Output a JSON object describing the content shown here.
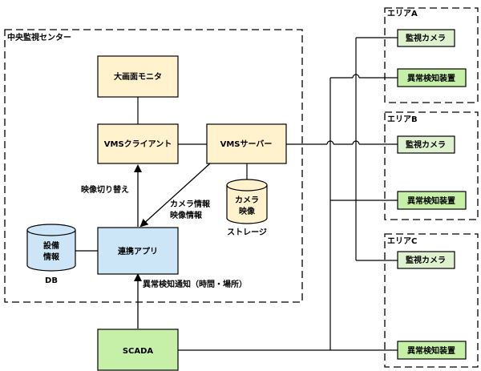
{
  "colors": {
    "monitor_fill": "#fff2cc",
    "vms_fill": "#fff2cc",
    "app_fill": "#cce6f7",
    "db_fill": "#cce6f7",
    "storage_fill": "#fff2cc",
    "scada_fill": "#c6f0a8",
    "camera_fill": "#dff2cf",
    "detector_fill": "#c6f0a8",
    "line": "#000000"
  },
  "regions": {
    "center": "中央監視センター",
    "area_a": "エリアA",
    "area_b": "エリアB",
    "area_c": "エリアC"
  },
  "nodes": {
    "monitor": "大画面モニタ",
    "vms_client": "VMSクライアント",
    "vms_server": "VMSサーバー",
    "storage_line1": "カメラ",
    "storage_line2": "映像",
    "storage_caption": "ストレージ",
    "db_line1": "設備",
    "db_line2": "情報",
    "db_caption": "DB",
    "app": "連携アプリ",
    "scada": "SCADA",
    "camera_a": "監視カメラ",
    "detector_a": "異常検知装置",
    "camera_b": "監視カメラ",
    "detector_b": "異常検知装置",
    "camera_c": "監視カメラ",
    "detector_c": "異常検知装置"
  },
  "edges": {
    "video_switch": "映像切り替え",
    "camera_info": "カメラ情報",
    "video_info": "映像情報",
    "anomaly_notice": "異常検知通知（時間・場所）"
  }
}
